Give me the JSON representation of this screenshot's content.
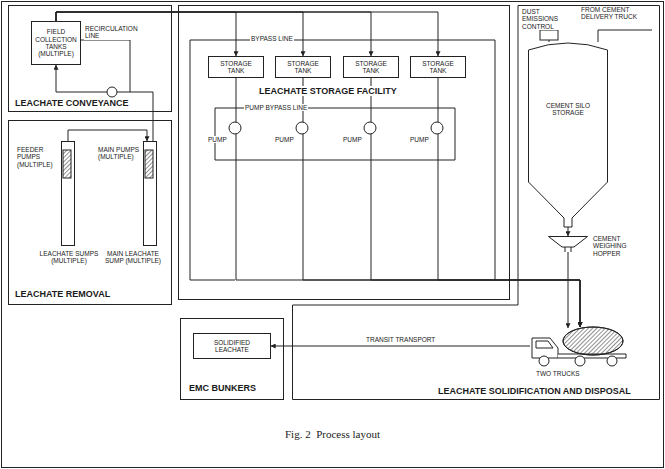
{
  "diagram": {
    "caption": "Fig. 2  Process layout",
    "nodes": [
      {
        "text": [
          "LEACHATE CONVEYANCE"
        ]
      },
      {
        "text": [
          "FIELD COLLECTION TANKS (MULTIPLE)"
        ],
        "in": 0
      },
      {
        "text": [
          "LEACHATE REMOVAL"
        ]
      },
      {
        "text": [
          "LEACHATE SUMPS (MULTIPLE)"
        ],
        "in": 2
      },
      {
        "text": [
          "MAIN LEACHATE SUMP (MULTIPLE)"
        ],
        "in": 2
      },
      {
        "text": [
          "LEACHATE STORAGE FACILITY"
        ]
      },
      {
        "text": [
          "STORAGE TANK"
        ],
        "in": 5
      },
      {
        "text": [
          "STORAGE TANK"
        ],
        "in": 5
      },
      {
        "text": [
          "STORAGE TANK"
        ],
        "in": 5
      },
      {
        "text": [
          "STORAGE TANK"
        ],
        "in": 5
      },
      {
        "text": [
          "LEACHATE SOLIDIFICATION AND DISPOSAL"
        ]
      },
      {
        "text": [
          "CEMENT SILO STORAGE"
        ],
        "in": 10
      },
      {
        "text": [
          "CEMENT WEIGHING HOPPER"
        ],
        "in": 10
      },
      {
        "text": [
          "TWO TRUCKS"
        ],
        "in": 10
      },
      {
        "text": [
          "EMC BUNKERS"
        ]
      },
      {
        "text": [
          "SOLIDIFIED LEACHATE"
        ],
        "in": 14
      }
    ],
    "edges": [
      {
        "from": 3,
        "to": 4,
        "arrow": "to"
      },
      {
        "from": 4,
        "to": 1,
        "arrow": "to"
      },
      {
        "from": 1,
        "to": 6,
        "arrow": "to"
      },
      {
        "from": 1,
        "to": 7,
        "arrow": "to"
      },
      {
        "from": 1,
        "to": 8,
        "arrow": "to"
      },
      {
        "from": 1,
        "to": 9,
        "arrow": "to"
      },
      {
        "from": 6,
        "to": 13,
        "arrow": "to"
      },
      {
        "from": 7,
        "to": 13,
        "arrow": "to"
      },
      {
        "from": 8,
        "to": 13,
        "arrow": "to"
      },
      {
        "from": 9,
        "to": 13,
        "arrow": "to"
      },
      {
        "from": 11,
        "to": 12,
        "arrow": "to"
      },
      {
        "from": 12,
        "to": 13,
        "arrow": "to"
      },
      {
        "from": 13,
        "to": 15,
        "label": "TRANSIT TRANSPORT",
        "arrow": "to"
      }
    ],
    "labels": [
      "RECIRCULATION LINE",
      "BYPASS LINE",
      "PUMP BYPASS LINE",
      "PUMP",
      "PUMP",
      "PUMP",
      "PUMP",
      "FEEDER PUMPS (MULTIPLE)",
      "MAIN PUMPS (MULTIPLE)",
      "DUST EMISSIONS CONTROL",
      "FROM CEMENT DELIVERY TRUCK"
    ]
  }
}
